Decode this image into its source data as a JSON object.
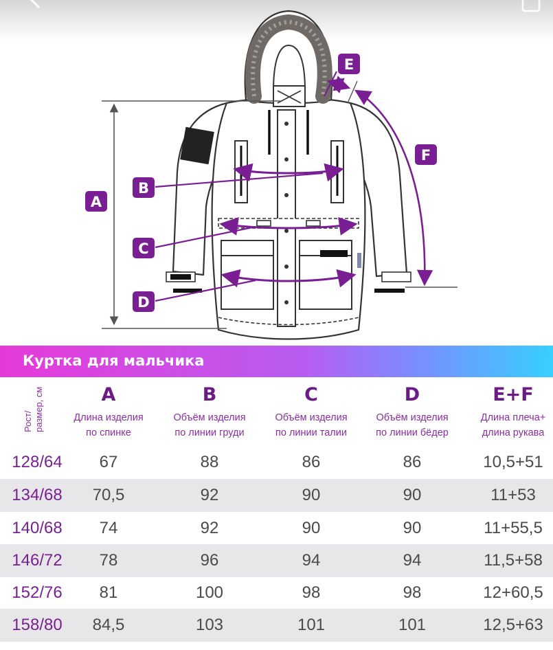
{
  "diagram": {
    "markers": [
      "A",
      "B",
      "C",
      "D",
      "E",
      "F"
    ],
    "colors": {
      "accent": "#7a1f93",
      "line": "#333333",
      "fur": "#6f6a66"
    }
  },
  "banner": {
    "title": "Куртка для мальчика"
  },
  "table": {
    "size_header": "Рост/\nразмер, см",
    "columns": [
      {
        "letter": "A",
        "label": "Длина изделия\nпо спинке"
      },
      {
        "letter": "B",
        "label": "Объём изделия\nпо линии груди"
      },
      {
        "letter": "C",
        "label": "Объём изделия\nпо линии талии"
      },
      {
        "letter": "D",
        "label": "Объём изделия\nпо линии бёдер"
      },
      {
        "letter": "E+F",
        "label": "Длина плеча+\nдлина рукава"
      }
    ],
    "rows": [
      {
        "size": "128/64",
        "values": [
          "67",
          "88",
          "86",
          "86",
          "10,5+51"
        ]
      },
      {
        "size": "134/68",
        "values": [
          "70,5",
          "92",
          "90",
          "90",
          "11+53"
        ]
      },
      {
        "size": "140/68",
        "values": [
          "74",
          "92",
          "90",
          "90",
          "11+55,5"
        ]
      },
      {
        "size": "146/72",
        "values": [
          "78",
          "96",
          "94",
          "94",
          "11,5+58"
        ]
      },
      {
        "size": "152/76",
        "values": [
          "81",
          "100",
          "98",
          "98",
          "12+60,5"
        ]
      },
      {
        "size": "158/80",
        "values": [
          "84,5",
          "103",
          "101",
          "101",
          "12,5+63"
        ]
      }
    ]
  }
}
